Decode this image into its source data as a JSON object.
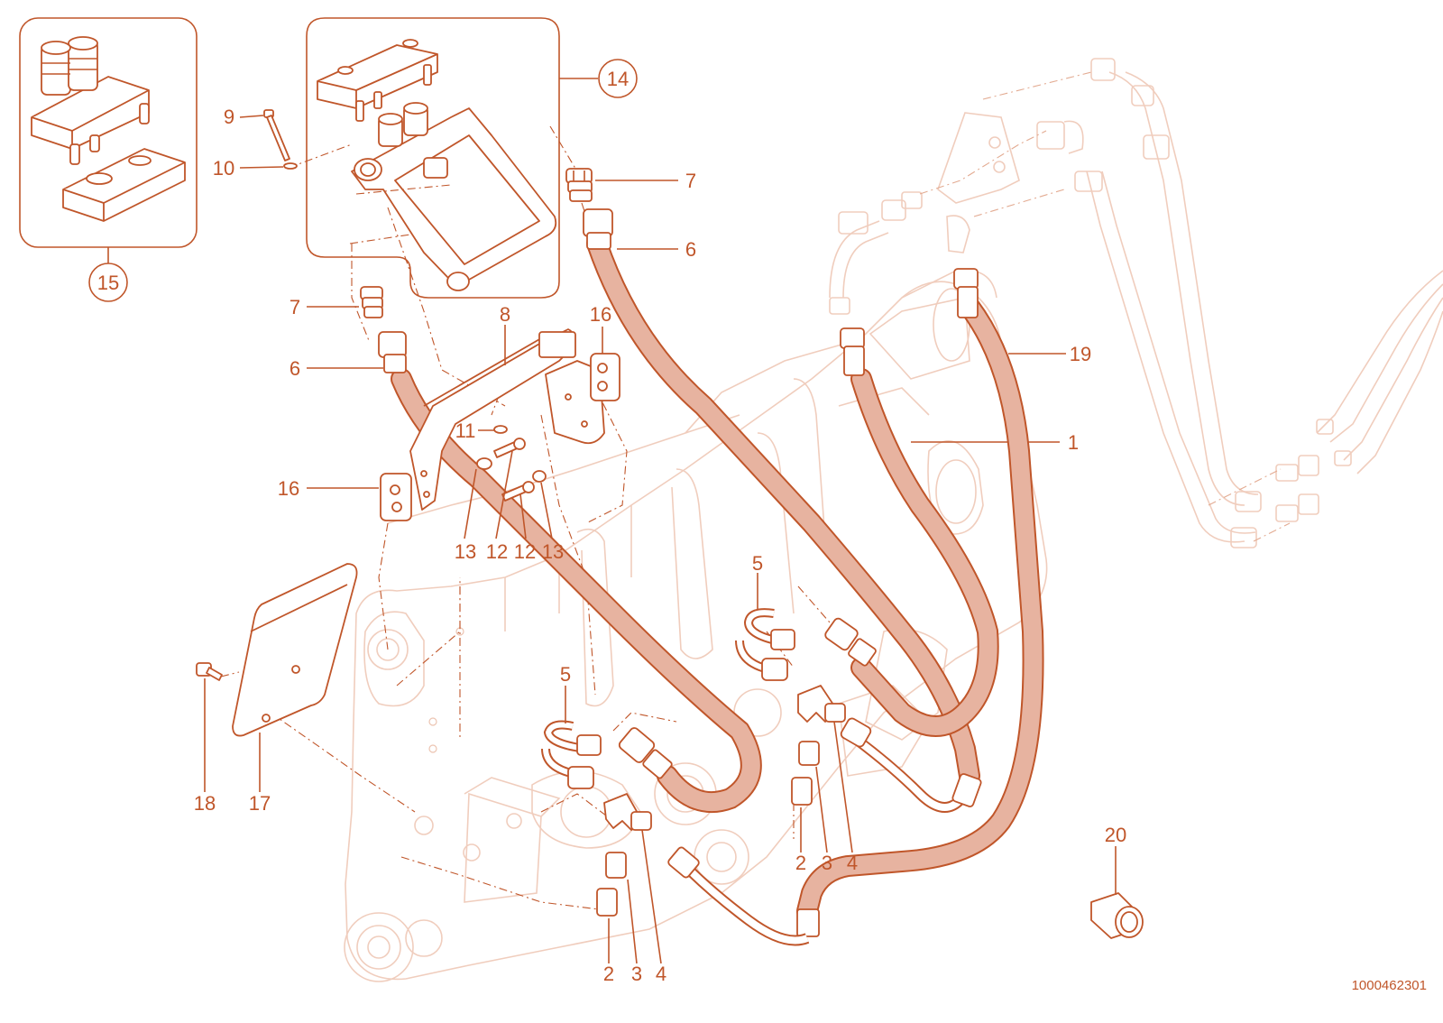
{
  "document_number": "1000462301",
  "callouts": [
    {
      "id": "c1",
      "text": "1"
    },
    {
      "id": "c2a",
      "text": "2"
    },
    {
      "id": "c2b",
      "text": "2"
    },
    {
      "id": "c3a",
      "text": "3"
    },
    {
      "id": "c3b",
      "text": "3"
    },
    {
      "id": "c4a",
      "text": "4"
    },
    {
      "id": "c4b",
      "text": "4"
    },
    {
      "id": "c5a",
      "text": "5"
    },
    {
      "id": "c5b",
      "text": "5"
    },
    {
      "id": "c6a",
      "text": "6"
    },
    {
      "id": "c6b",
      "text": "6"
    },
    {
      "id": "c7a",
      "text": "7"
    },
    {
      "id": "c7b",
      "text": "7"
    },
    {
      "id": "c8",
      "text": "8"
    },
    {
      "id": "c9",
      "text": "9"
    },
    {
      "id": "c10",
      "text": "10"
    },
    {
      "id": "c11",
      "text": "11"
    },
    {
      "id": "c12a",
      "text": "12"
    },
    {
      "id": "c12b",
      "text": "12"
    },
    {
      "id": "c13a",
      "text": "13"
    },
    {
      "id": "c13b",
      "text": "13"
    },
    {
      "id": "c14",
      "text": "14"
    },
    {
      "id": "c15",
      "text": "15"
    },
    {
      "id": "c16a",
      "text": "16"
    },
    {
      "id": "c16b",
      "text": "16"
    },
    {
      "id": "c17",
      "text": "17"
    },
    {
      "id": "c18",
      "text": "18"
    },
    {
      "id": "c19",
      "text": "19"
    },
    {
      "id": "c20",
      "text": "20"
    }
  ],
  "colors": {
    "accent": "#c0562a",
    "hose_fill": "#e7b3a0",
    "ghost": "#f0cdbd"
  }
}
